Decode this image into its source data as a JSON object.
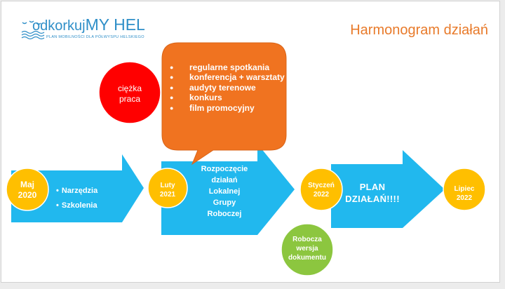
{
  "logo": {
    "prefix": "odkorkuj",
    "brand": "MY HEL",
    "subtitle": "PLAN MOBILNOŚCI DLA PÓŁWYSPU HELSKIEGO"
  },
  "slide_title": "Harmonogram działań",
  "hard_work_label": "ciężka praca",
  "activities": [
    "regularne spotkania",
    "konferencja + warsztaty",
    "audyty terenowe",
    "konkurs",
    "film promocyjny"
  ],
  "milestones": [
    {
      "label": "Maj 2020"
    },
    {
      "label": "Luty 2021"
    },
    {
      "label": "Styczeń 2022"
    },
    {
      "label": "Lipiec 2022"
    }
  ],
  "stage1_items": [
    "Narzędzia",
    "Szkolenia"
  ],
  "stage2_text": "Rozpoczęcie działań Lokalnej Grupy Roboczej",
  "stage3_text": "PLAN DZIAŁAŃ!!!!",
  "draft_label": "Robocza wersja dokumentu",
  "colors": {
    "arrow": "#21b8ee",
    "milestone": "#ffbf00",
    "callout": "#f07320",
    "red": "#ff0000",
    "green": "#8cc63f",
    "title": "#e87a2a",
    "logo": "#2f8fc8"
  },
  "icons": [
    "logo-birds-icon",
    "logo-waves-icon"
  ]
}
